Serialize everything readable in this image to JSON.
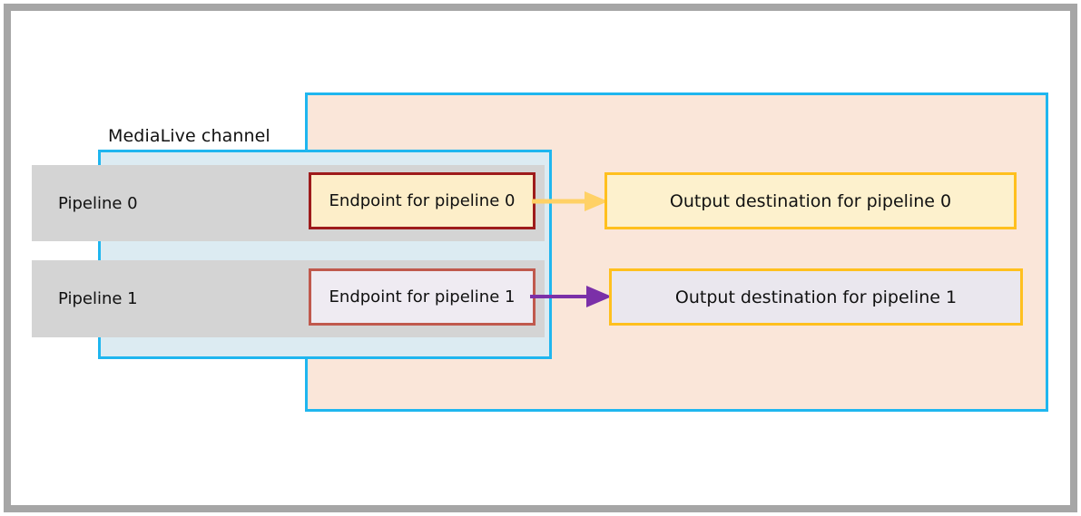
{
  "diagram": {
    "title_label": "MediaLive channel",
    "regions": {
      "channel": {
        "name": "MediaLive channel",
        "border_color": "#1fb6ef",
        "fill_color": "#dcebf2"
      },
      "destinations": {
        "border_color": "#1fb6ef",
        "fill_color": "#fae6d9"
      },
      "outer_frame": {
        "border_color": "#a6a6a6"
      }
    },
    "pipelines": [
      {
        "bar_label": "Pipeline 0",
        "bar_fill": "#d4d4d4",
        "endpoint_label": "Endpoint for pipeline 0",
        "endpoint_border": "#9e1b1b",
        "endpoint_fill": "#fdeec9",
        "arrow_color": "#ffd166",
        "output_label": "Output destination  for pipeline 0",
        "output_border": "#ffc01e",
        "output_fill": "#fdf1cd"
      },
      {
        "bar_label": "Pipeline 1",
        "bar_fill": "#d4d4d4",
        "endpoint_label": "Endpoint for pipeline 1",
        "endpoint_border": "#c0594d",
        "endpoint_fill": "#efebf2",
        "arrow_color": "#7b30a8",
        "output_label": "Output destination  for pipeline 1",
        "output_border": "#ffc01e",
        "output_fill": "#eae7ee"
      }
    ]
  }
}
